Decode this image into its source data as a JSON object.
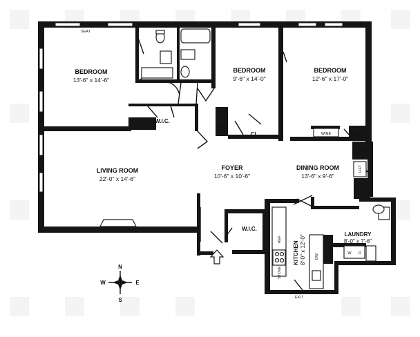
{
  "rooms": {
    "bedroom1": {
      "name": "BEDROOM",
      "dims": "13'-6\" x 14'-6\""
    },
    "bedroom2": {
      "name": "BEDROOM",
      "dims": "9'-6\" x 14'-0\""
    },
    "bedroom3": {
      "name": "BEDROOM",
      "dims": "12'-6\" x 17'-0\""
    },
    "living_room": {
      "name": "LIVING ROOM",
      "dims": "22'-0\" x 14'-6\""
    },
    "foyer": {
      "name": "FOYER",
      "dims": "10'-6\" x 10'-6\""
    },
    "dining_room": {
      "name": "DINING ROOM",
      "dims": "13'-6\" x 9'-6\""
    },
    "kitchen": {
      "name": "KITCHEN",
      "dims": "8'-0\" x 12'-0\""
    },
    "laundry": {
      "name": "LAUNDRY",
      "dims": "8'-0\" x 7'-6\""
    }
  },
  "closets": {
    "wic_bedroom": "W.I.C.",
    "wic_foyer": "W.I.C.",
    "cl": "CL"
  },
  "fixtures": {
    "seat": "SEAT",
    "wine": "WINE",
    "refrigerator": "REF",
    "dishwasher": "DW",
    "stove": "STOVE",
    "washer": "W",
    "dryer": "D",
    "unit_label": "LIFT"
  },
  "exit_label": "EXIT",
  "compass": {
    "n": "N",
    "s": "S",
    "e": "E",
    "w": "W"
  }
}
